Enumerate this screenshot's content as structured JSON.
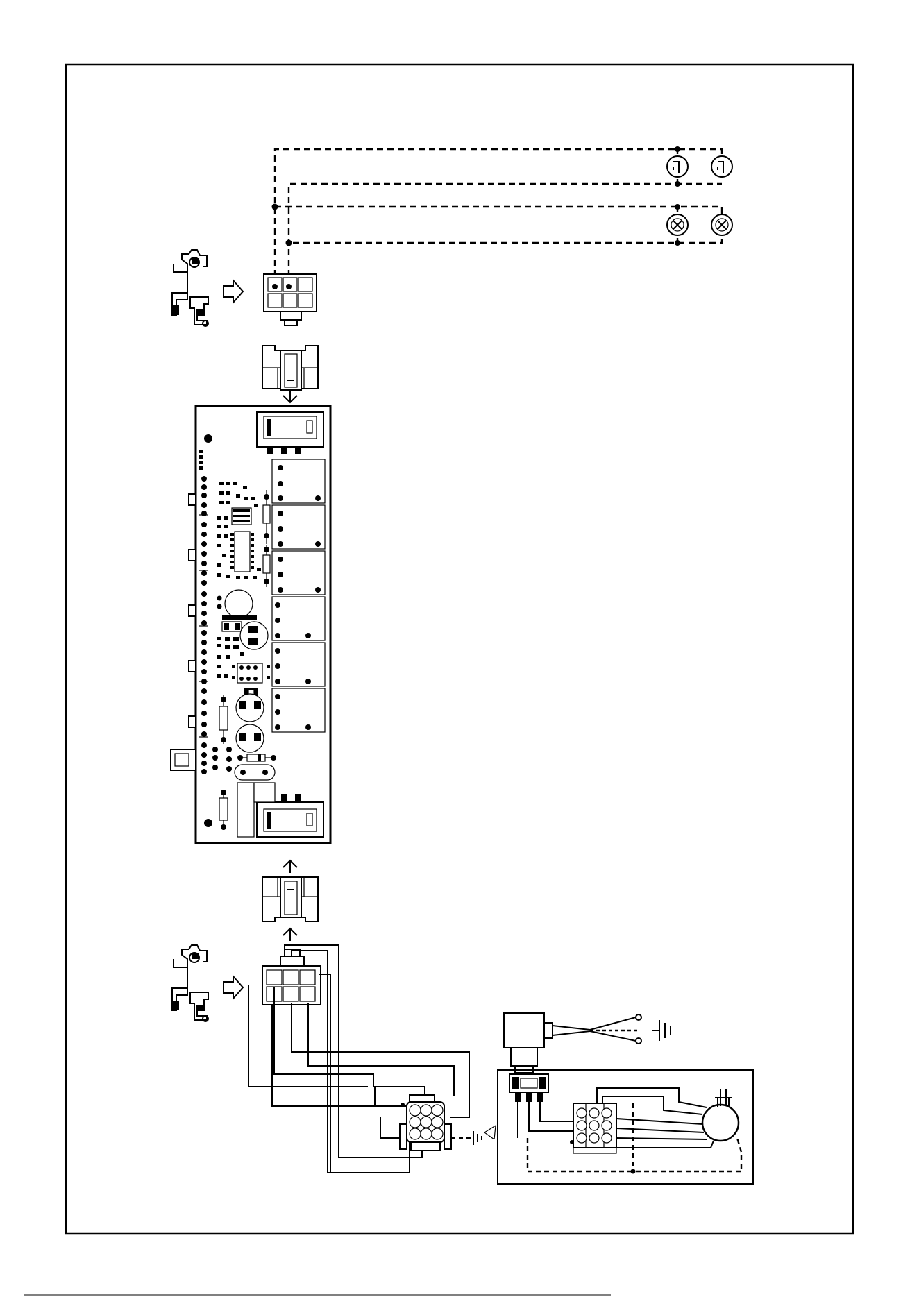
{
  "diagram": {
    "texts": [],
    "colors": {
      "line": "#000000",
      "background": "#ffffff"
    },
    "components": {
      "top_lamps": [
        "indicator-lamp",
        "indicator-lamp"
      ],
      "bottom_lamps": [
        "cross-lamp",
        "cross-lamp"
      ],
      "connectors": [
        "top-plug-6-pin",
        "top-socket",
        "bottom-socket",
        "bottom-plug-6-pin",
        "motor-connector-9-pin",
        "motor-block-connector-9-pin"
      ],
      "board": "control-pcb",
      "motor": "fan-motor",
      "capacitor": "motor-capacitor",
      "icons": [
        "clip-icon",
        "clip-icon",
        "ground-icon",
        "ground-icon",
        "arrow-right-icon",
        "arrow-down-icon",
        "arrow-up-icon"
      ]
    }
  }
}
